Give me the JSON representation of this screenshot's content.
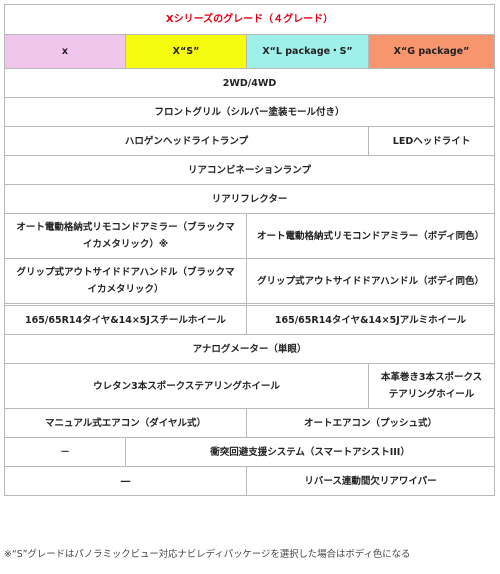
{
  "table": {
    "title": "Xシリーズのグレード（４グレード）",
    "grades": {
      "x": "x",
      "s": "X“S”",
      "l": "X“L package・S”",
      "g": "X“G package”"
    },
    "rows": {
      "drive": "2WD/4WD",
      "front_grille": "フロントグリル（シルバー塗装モール付き）",
      "halogen": "ハロゲンヘッドライトランプ",
      "led": "LEDヘッドライト",
      "rear_combo": "リアコンビネーションランプ",
      "rear_reflector": "リアリフレクター",
      "mirror_black": "オート電動格納式リモコンドアミラー（ブラックマイカメタリック）※",
      "mirror_body": "オート電動格納式リモコンドアミラー（ボディ同色）",
      "handle_black": "グリップ式アウトサイドドアハンドル（ブラックマイカメタリック）",
      "handle_body": "グリップ式アウトサイドドアハンドル（ボディ同色）",
      "steel_wheel": "165/65R14タイヤ&14×5Jスチールホイール",
      "alloy_wheel": "165/65R14タイヤ&14×5Jアルミホイール",
      "analog_meter": "アナログメーター（単眼）",
      "urethane_wheel": "ウレタン3本スポークステアリングホイール",
      "leather_wheel": "本革巻き3本スポークステアリングホイール",
      "manual_ac": "マニュアル式エアコン（ダイヤル式）",
      "auto_ac": "オートエアコン（プッシュ式）",
      "dash_1": "－",
      "smart_assist": "衝突回避支援システム（スマートアシストIII）",
      "dash_2": "―",
      "rear_wiper": "リバース連動間欠リアワイパー"
    }
  },
  "footnote": "※“S”グレードはパノラミックビュー対応ナビレディパッケージを選択した場合はボディ色になる",
  "colors": {
    "title_red": "#e60012",
    "grade_x": "#f1c6ec",
    "grade_s": "#f5fb0f",
    "grade_l": "#9ff0ea",
    "grade_g": "#f6956e"
  }
}
